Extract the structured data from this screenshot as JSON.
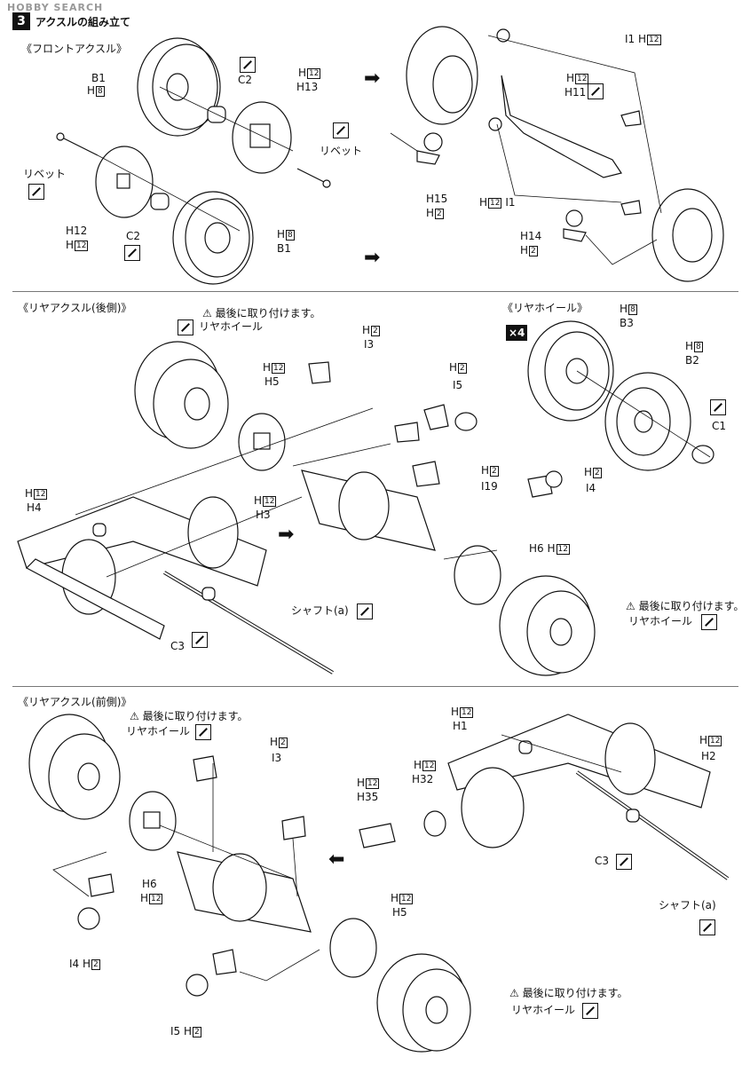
{
  "watermark": "HOBBY SEARCH",
  "step": {
    "number": "3",
    "title": "アクスルの組み立て"
  },
  "sections": {
    "front": "《フロントアクスル》",
    "rear_back": "《リヤアクスル(後側)》",
    "rear_wheel": "《リヤホイール》",
    "rear_front": "《リヤアクスル(前側)》"
  },
  "multiplier": "×4",
  "notes": {
    "last_attach": "最後に取り付けます。",
    "rear_wheel": "リヤホイール",
    "rivet": "リベット",
    "shaft": "シャフト(a)"
  },
  "parts": {
    "b1": "B1",
    "b2": "B2",
    "b3": "B3",
    "c1": "C1",
    "c2": "C2",
    "c3": "C3",
    "h1": "H1",
    "h2": "H2",
    "h3": "H3",
    "h4": "H4",
    "h5": "H5",
    "h6": "H6",
    "h11": "H11",
    "h12": "H12",
    "h13": "H13",
    "h14": "H14",
    "h15": "H15",
    "h32": "H32",
    "h35": "H35",
    "i1": "I1",
    "i3": "I3",
    "i4": "I4",
    "i5": "I5",
    "i19": "I19",
    "runner_h": "H",
    "runner_num_12": "12",
    "runner_num_8": "8",
    "runner_num_2": "2"
  }
}
